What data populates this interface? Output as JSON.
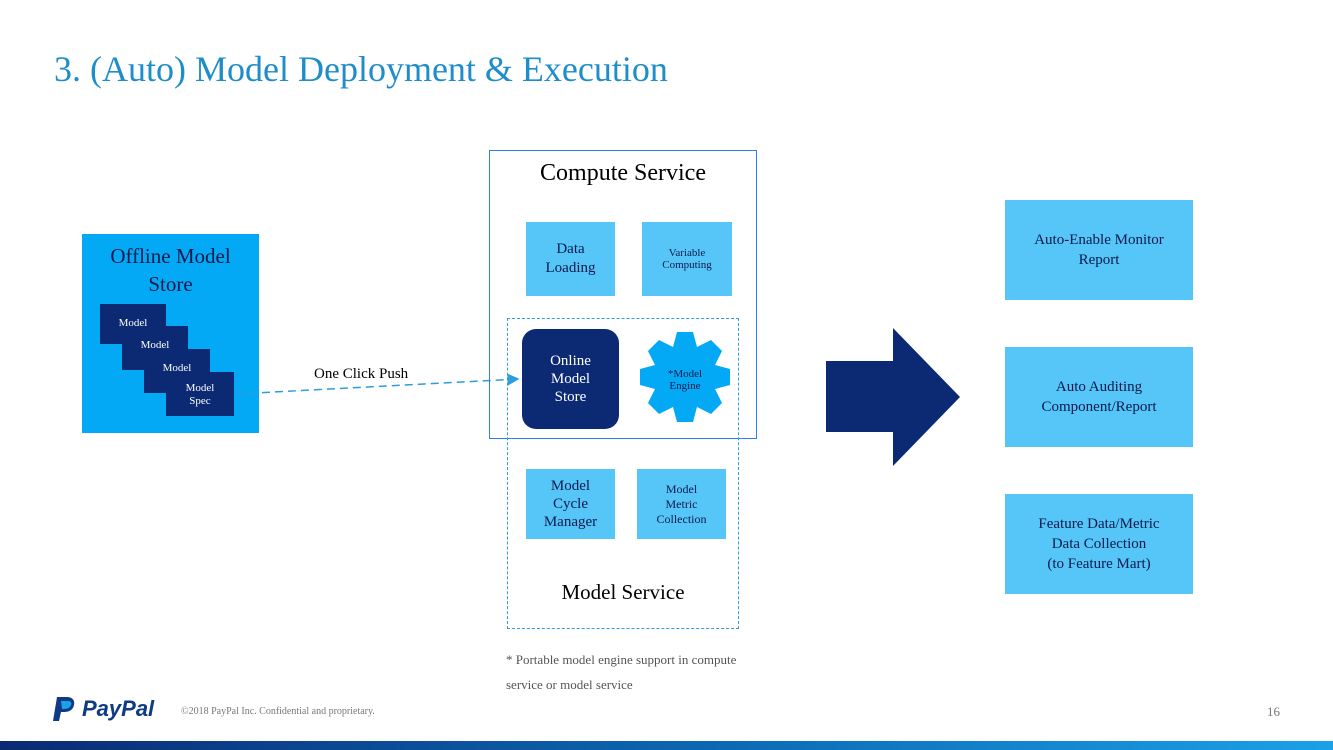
{
  "slide": {
    "title": "3. (Auto) Model Deployment & Execution",
    "page_number": "16",
    "copyright": "©2018 PayPal Inc. Confidential and proprietary.",
    "logo_text": "PayPal"
  },
  "offline_store": {
    "title_line1": "Offline Model",
    "title_line2": "Store",
    "cards": [
      {
        "label": "Model"
      },
      {
        "label": "Model"
      },
      {
        "label": "Model"
      },
      {
        "label_line1": "Model",
        "label_line2": "Spec"
      }
    ]
  },
  "push_label": "One Click Push",
  "compute_service": {
    "title": "Compute Service",
    "data_loading_line1": "Data",
    "data_loading_line2": "Loading",
    "variable_computing_line1": "Variable",
    "variable_computing_line2": "Computing"
  },
  "model_service": {
    "title": "Model Service",
    "online_store_line1": "Online",
    "online_store_line2": "Model",
    "online_store_line3": "Store",
    "engine_line1": "*Model",
    "engine_line2": "Engine",
    "cycle_line1": "Model",
    "cycle_line2": "Cycle",
    "cycle_line3": "Manager",
    "metric_line1": "Model",
    "metric_line2": "Metric",
    "metric_line3": "Collection"
  },
  "footnote_line1": "* Portable model engine support in compute",
  "footnote_line2": "service or model service",
  "outputs": [
    {
      "line1": "Auto-Enable Monitor",
      "line2": "Report"
    },
    {
      "line1": "Auto Auditing",
      "line2": "Component/Report"
    },
    {
      "line1": "Feature Data/Metric",
      "line2": "Data Collection",
      "line3": "(to Feature Mart)"
    }
  ],
  "colors": {
    "title": "#1f8dc9",
    "dark_navy": "#0b2a73",
    "light_blue_box": "#56c5f7",
    "offline_store_bg": "#03a9f4",
    "compute_border": "#2e7df6",
    "big_arrow": "#0b2a73"
  }
}
